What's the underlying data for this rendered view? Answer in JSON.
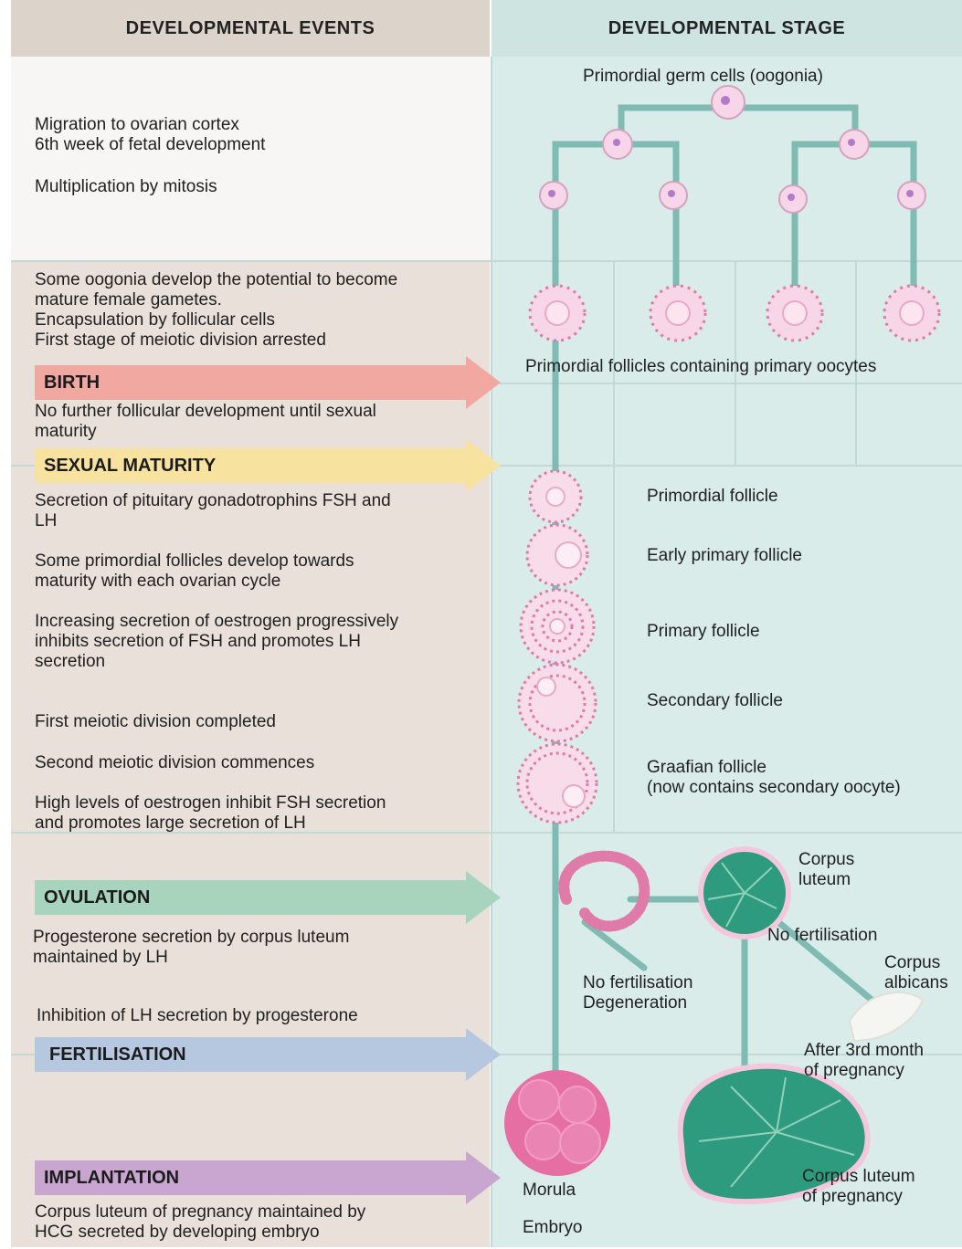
{
  "headers": {
    "events": "DEVELOPMENTAL EVENTS",
    "stage": "DEVELOPMENTAL STAGE"
  },
  "colors": {
    "left_white": "#f7f6f4",
    "left_tan": "#e9e0d9",
    "right_teal": "#d9ecea",
    "header_left": "#dcd4cb",
    "header_right": "#cde4e1",
    "birth": "#f0a8a0",
    "sexual_maturity": "#f7e2a0",
    "ovulation": "#a8d4bd",
    "fertilisation": "#b6c8e0",
    "implantation": "#c8a6d0",
    "line": "#7fbab3",
    "follicle": "#e07aa8",
    "corpus": "#2e9a7e"
  },
  "events": {
    "migration": "Migration to ovarian cortex\n6th week of fetal development",
    "multiplication": "Multiplication by mitosis",
    "oogonia": "Some oogonia develop the potential to become\nmature female gametes.\nEncapsulation by follicular cells\nFirst stage of meiotic division arrested",
    "no_further": "No further follicular development until sexual\nmaturity",
    "secretion": "Secretion of pituitary gonadotrophins FSH and\nLH",
    "some_primordial": "Some primordial follicles develop towards\nmaturity with each ovarian cycle",
    "increasing": "Increasing secretion of oestrogen progressively\ninhibits secretion of FSH and promotes LH\nsecretion",
    "first_meiotic": "First meiotic division completed",
    "second_meiotic": "Second meiotic division commences",
    "high_levels": "High levels of oestrogen inhibit FSH secretion\nand promotes large secretion of LH",
    "progesterone": "Progesterone secretion by corpus luteum\nmaintained by LH",
    "inhibition": "Inhibition of LH secretion by progesterone",
    "corpus_luteum_pregnancy": "Corpus luteum of pregnancy maintained by\nHCG secreted by developing embryo"
  },
  "banners": {
    "birth": "BIRTH",
    "sexual_maturity": "SEXUAL MATURITY",
    "ovulation": "OVULATION",
    "fertilisation": "FERTILISATION",
    "implantation": "IMPLANTATION"
  },
  "stages": {
    "germ_cells": "Primordial germ cells (oogonia)",
    "primordial_follicles": "Primordial follicles containing primary oocytes",
    "primordial_follicle": "Primordial follicle",
    "early_primary": "Early primary follicle",
    "primary": "Primary follicle",
    "secondary": "Secondary follicle",
    "graafian": "Graafian follicle\n(now contains secondary oocyte)",
    "corpus_luteum": "Corpus\nluteum",
    "no_fert_1": "No fertilisation",
    "corpus_albicans": "Corpus\nalbicans",
    "no_fert_degeneration": "No fertilisation\nDegeneration",
    "after_3rd": "After 3rd month\nof pregnancy",
    "corpus_luteum_preg": "Corpus luteum\nof pregnancy",
    "morula": "Morula",
    "embryo": "Embryo"
  }
}
